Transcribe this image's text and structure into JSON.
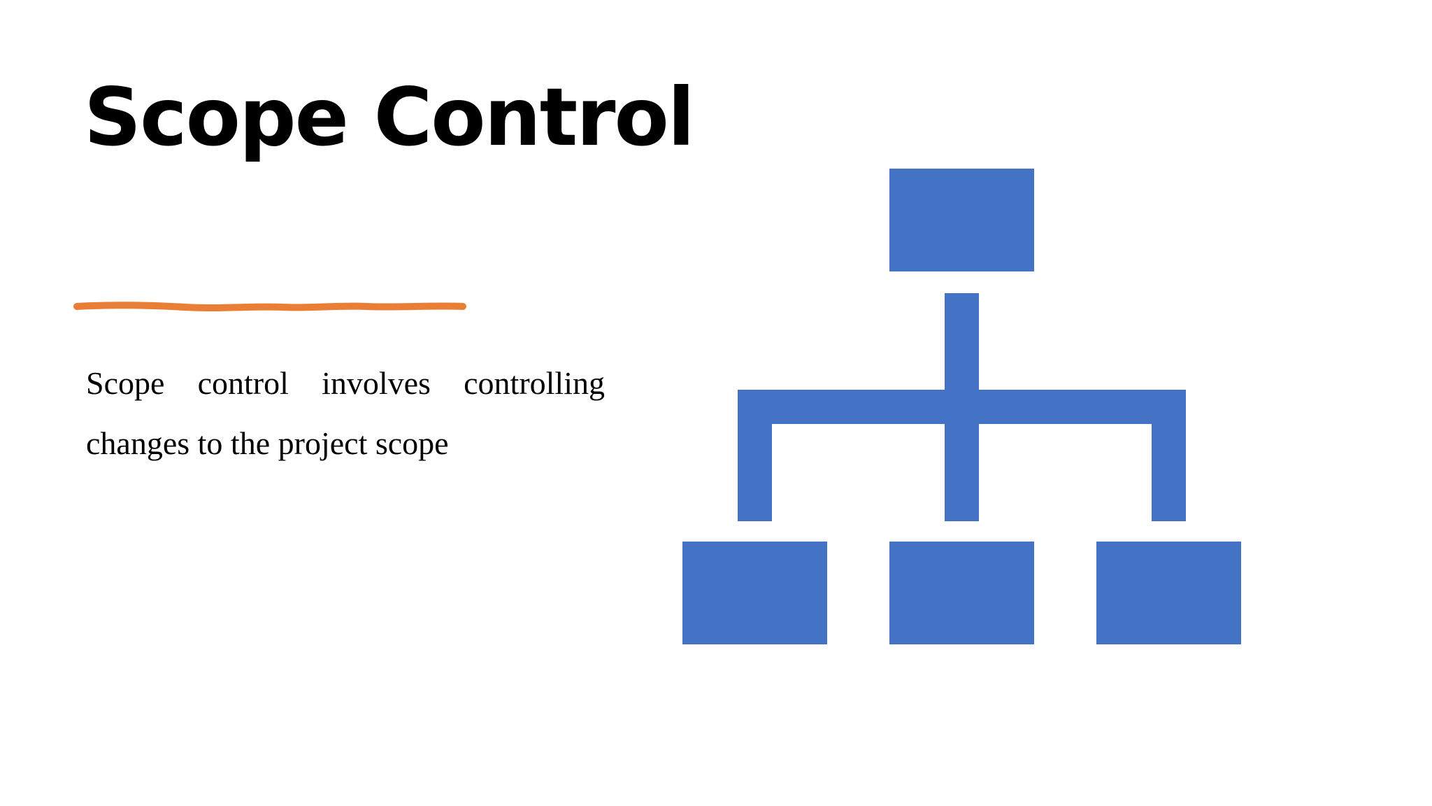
{
  "slide": {
    "title": "Scope Control",
    "body": "Scope control involves controlling changes to the project scope"
  },
  "colors": {
    "accent_line": "#E97E36",
    "diagram_fill": "#4472C4",
    "text": "#000000",
    "background": "#FFFFFF"
  },
  "diagram": {
    "icon": "hierarchy-icon",
    "levels": 2,
    "child_count": 3
  }
}
